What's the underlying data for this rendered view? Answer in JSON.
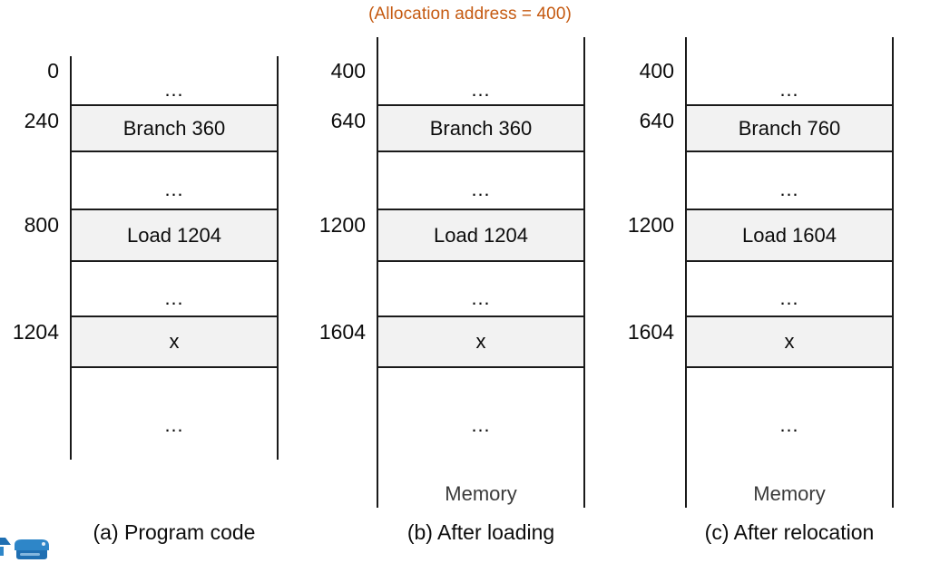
{
  "header": {
    "note": "(Allocation address = 400)"
  },
  "colors": {
    "accent": "#C55A11",
    "border": "#1a1a1a",
    "shaded_cell": "#f2f2f2",
    "text": "#0d0d0d",
    "memory_label": "#3b3b3b"
  },
  "panels": [
    {
      "id": "program-code",
      "caption": "(a) Program code",
      "memory_label": "",
      "has_rails": false,
      "addresses": [
        "0",
        "240",
        "800",
        "1204"
      ],
      "rows": [
        {
          "text": "…",
          "shaded": false,
          "kind": "ellipsis"
        },
        {
          "text": "Branch 360",
          "shaded": true,
          "kind": "instruction"
        },
        {
          "text": "…",
          "shaded": false,
          "kind": "ellipsis"
        },
        {
          "text": "Load 1204",
          "shaded": true,
          "kind": "instruction"
        },
        {
          "text": "…",
          "shaded": false,
          "kind": "ellipsis"
        },
        {
          "text": "x",
          "shaded": true,
          "kind": "data"
        },
        {
          "text": "…",
          "shaded": false,
          "kind": "ellipsis"
        }
      ]
    },
    {
      "id": "after-loading",
      "caption": "(b) After loading",
      "memory_label": "Memory",
      "has_rails": true,
      "addresses": [
        "400",
        "640",
        "1200",
        "1604"
      ],
      "rows": [
        {
          "text": "…",
          "shaded": false,
          "kind": "ellipsis"
        },
        {
          "text": "Branch 360",
          "shaded": true,
          "kind": "instruction"
        },
        {
          "text": "…",
          "shaded": false,
          "kind": "ellipsis"
        },
        {
          "text": "Load 1204",
          "shaded": true,
          "kind": "instruction"
        },
        {
          "text": "…",
          "shaded": false,
          "kind": "ellipsis"
        },
        {
          "text": "x",
          "shaded": true,
          "kind": "data"
        },
        {
          "text": "…",
          "shaded": false,
          "kind": "ellipsis"
        }
      ]
    },
    {
      "id": "after-relocation",
      "caption": "(c) After relocation",
      "memory_label": "Memory",
      "has_rails": true,
      "addresses": [
        "400",
        "640",
        "1200",
        "1604"
      ],
      "rows": [
        {
          "text": "…",
          "shaded": false,
          "kind": "ellipsis"
        },
        {
          "text": "Branch 760",
          "shaded": true,
          "kind": "instruction"
        },
        {
          "text": "…",
          "shaded": false,
          "kind": "ellipsis"
        },
        {
          "text": "Load 1604",
          "shaded": true,
          "kind": "instruction"
        },
        {
          "text": "…",
          "shaded": false,
          "kind": "ellipsis"
        },
        {
          "text": "x",
          "shaded": true,
          "kind": "data"
        },
        {
          "text": "…",
          "shaded": false,
          "kind": "ellipsis"
        }
      ]
    }
  ]
}
